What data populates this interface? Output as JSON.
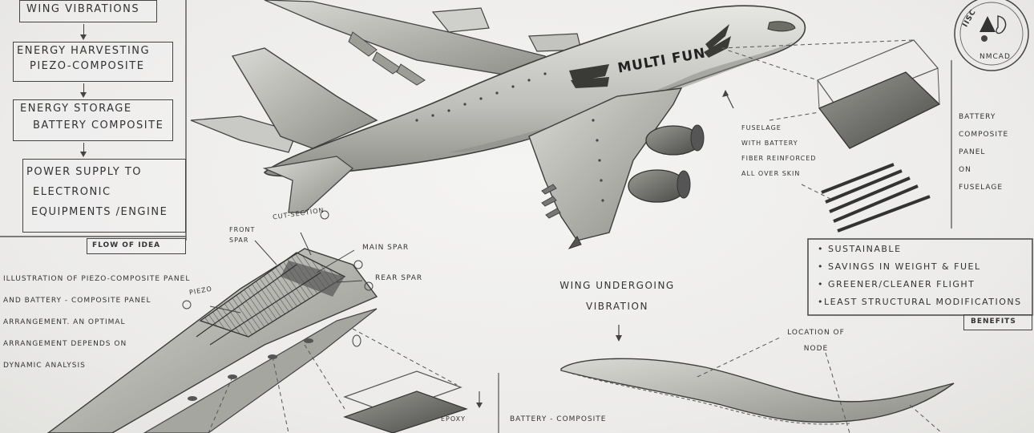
{
  "flow": {
    "steps": [
      "Wing vibrations",
      "Energy harvesting",
      "Piezo-composite",
      "Energy storage",
      "Battery composite",
      "Power supply to",
      "electronic",
      "equipments /engine"
    ],
    "caption": "Flow of idea"
  },
  "airplane": {
    "livery": "Multi Fun"
  },
  "fuselage_note": [
    "Fuselage",
    "with battery",
    "fiber reinforced",
    "all over skin"
  ],
  "battery_panel_note": [
    "Battery",
    "composite",
    "panel",
    "on",
    "fuselage"
  ],
  "benefits": {
    "items": [
      "• Sustainable",
      "• Savings in weight & fuel",
      "• Greener/cleaner flight",
      "•Least structural modifications"
    ],
    "caption": "Benefits"
  },
  "wing_labels": {
    "front_spar": [
      "Front",
      "spar"
    ],
    "cut_section": "Cut-section",
    "main_spar": "Main spar",
    "rear_spar": "Rear spar",
    "piezo": "Piezo"
  },
  "illustration_note": [
    "Illustration of piezo-composite panel",
    "and battery - composite panel",
    "arrangement. An optimal",
    "arrangement depends on",
    "dynamic analysis"
  ],
  "vibration": {
    "title": [
      "Wing undergoing",
      "vibration"
    ],
    "node_label": [
      "Location of",
      "node"
    ]
  },
  "bottom_labels": {
    "epoxy": "Epoxy",
    "battery_composite": "Battery - composite"
  },
  "logo": {
    "top": "IISc",
    "bottom": "NMCAD"
  }
}
